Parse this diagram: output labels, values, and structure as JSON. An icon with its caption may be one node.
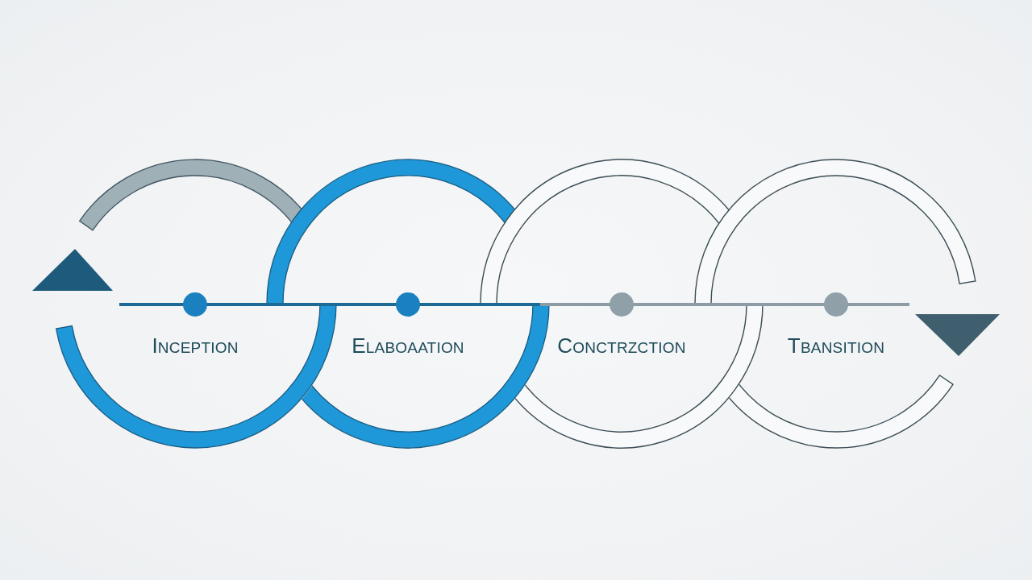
{
  "diagram": {
    "nodes": [
      {
        "text": [
          "INCEPTION"
        ]
      },
      {
        "text": [
          "ELABOAATION"
        ]
      },
      {
        "text": [
          "CONCTRZCTION"
        ]
      },
      {
        "text": [
          "TBANSITION"
        ]
      }
    ]
  }
}
